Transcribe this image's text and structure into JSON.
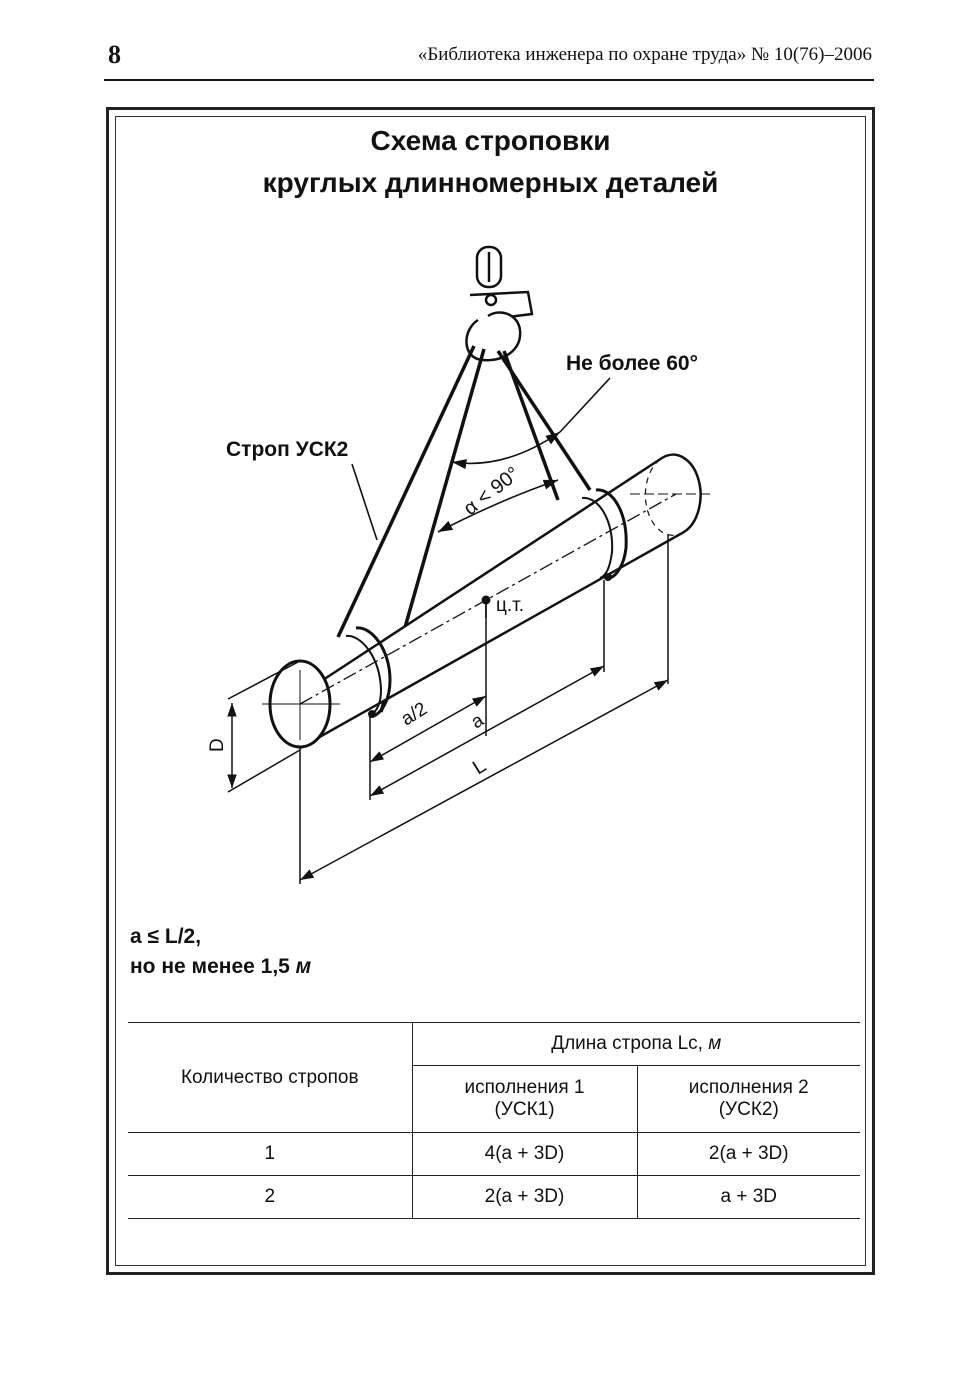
{
  "header": {
    "page_number": "8",
    "journal": "«Библиотека инженера по охране труда» № 10(76)–2006"
  },
  "title": {
    "line1": "Схема строповки",
    "line2": "круглых длинномерных деталей"
  },
  "diagram": {
    "label_angle_max": "Не более 60°",
    "label_sling": "Строп УСК2",
    "label_alpha": "α < 90°",
    "label_cg": "ц.т.",
    "label_half_a": "a/2",
    "label_a": "a",
    "label_L": "L",
    "label_D": "D"
  },
  "formula": {
    "line1": "a ≤ L/2,",
    "line2_prefix": "но не менее 1,5 ",
    "line2_unit": "м"
  },
  "table": {
    "header_count": "Количество стропов",
    "header_length": "Длина стропа Lc,",
    "header_length_unit": "м",
    "header_v1_line1": "исполнения 1",
    "header_v1_line2": "(УСК1)",
    "header_v2_line1": "исполнения 2",
    "header_v2_line2": "(УСК2)",
    "rows": [
      {
        "count": "1",
        "v1": "4(a + 3D)",
        "v2": "2(a + 3D)"
      },
      {
        "count": "2",
        "v1": "2(a + 3D)",
        "v2": "a + 3D"
      }
    ]
  }
}
